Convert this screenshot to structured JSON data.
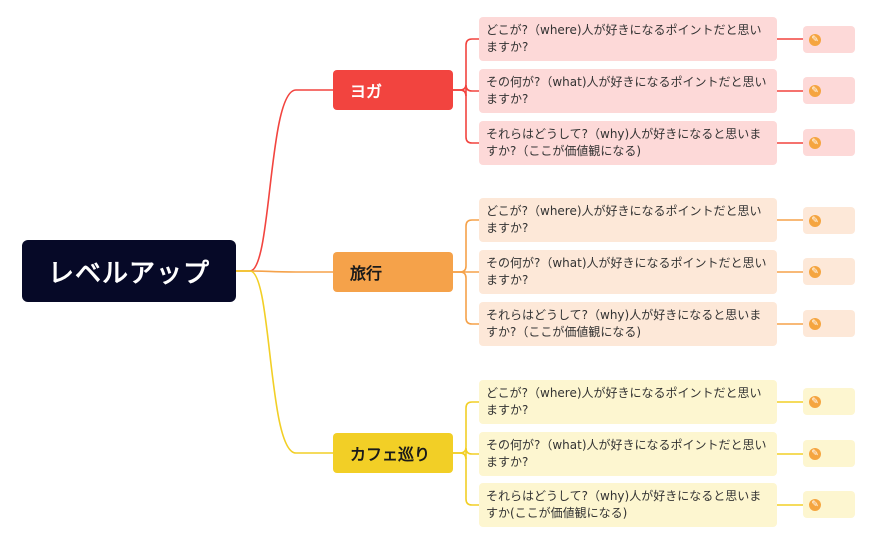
{
  "mindmap": {
    "root": {
      "label": "レベルアップ",
      "color": "#060927"
    },
    "branches": [
      {
        "label": "ヨガ",
        "color": "#f2443f",
        "leaves": [
          "どこが?（where)人が好きになるポイントだと思いますか?",
          "その何が?（what)人が好きになるポイントだと思いますか?",
          "それらはどうして?（why)人が好きになると思いますか?（ここが価値観になる)"
        ]
      },
      {
        "label": "旅行",
        "color": "#f5a24a",
        "leaves": [
          "どこが?（where)人が好きになるポイントだと思いますか?",
          "その何が?（what)人が好きになるポイントだと思いますか?",
          "それらはどうして?（why)人が好きになると思いますか?（ここが価値観になる)"
        ]
      },
      {
        "label": "カフェ巡り",
        "color": "#f2cf26",
        "leaves": [
          "どこが?（where)人が好きになるポイントだと思いますか?",
          "その何が?（what)人が好きになるポイントだと思いますか?",
          "それらはどうして?（why)人が好きになると思いますか(ここが価値観になる)"
        ]
      }
    ],
    "note_icon": "pencil-icon"
  }
}
